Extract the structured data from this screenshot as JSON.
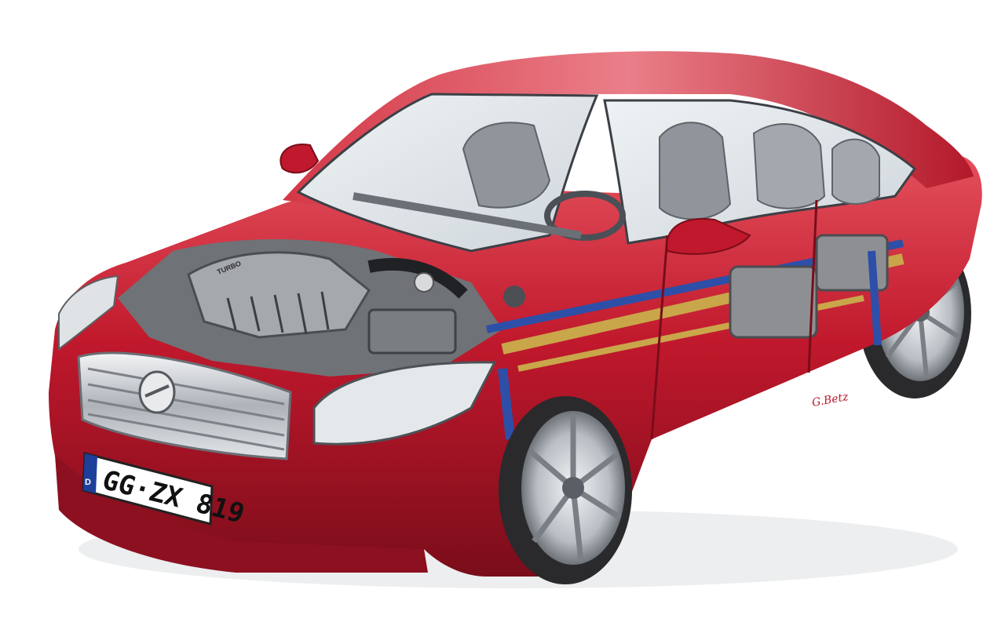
{
  "illustration": {
    "subject": "",
    "colors": {
      "body": "#c0182c",
      "body_dark": "#7a0d1a",
      "body_light": "#e4505c",
      "chrome": "#c8ccd2",
      "interior": "#9aa0a6",
      "glass": "#dfe6ea",
      "engine": "#8d8f93",
      "tire": "#2a2a2c",
      "blue_part": "#2d4fa8",
      "gold_part": "#c9a64a",
      "background": "#ffffff"
    },
    "license_plate": {
      "country_code": "D",
      "text": "GG·ZX 819"
    },
    "engine_cover_text": "TURBO",
    "signature": "G.Betz"
  }
}
